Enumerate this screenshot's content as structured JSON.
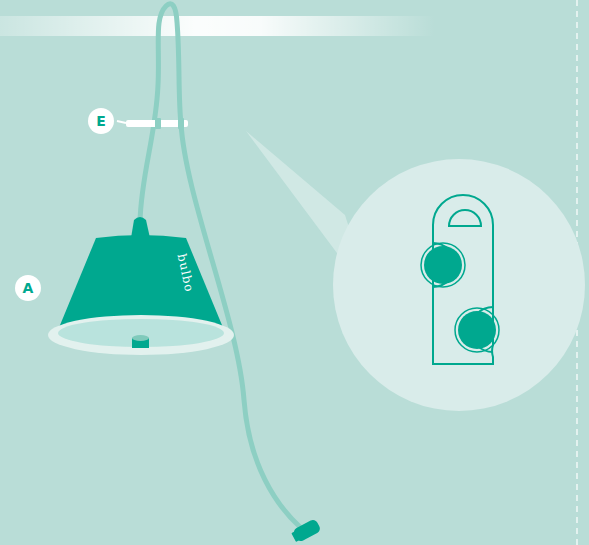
{
  "diagram": {
    "labels": [
      "E",
      "A",
      "bulbo"
    ]
  }
}
